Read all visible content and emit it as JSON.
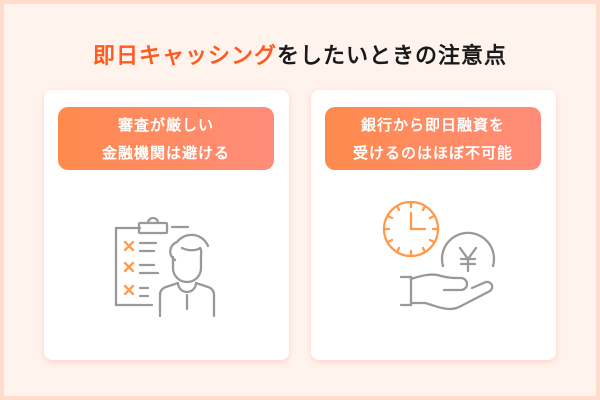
{
  "title": {
    "highlight": "即日キャッシング",
    "rest": "をしたいときの注意点"
  },
  "cards": [
    {
      "line1": "審査が厳しい",
      "line2": "金融機関は避ける",
      "icon": "clipboard-person-icon"
    },
    {
      "line1": "銀行から即日融資を",
      "line2": "受けるのはほぼ不可能",
      "icon": "clock-yen-hand-icon"
    }
  ],
  "colors": {
    "accent": "#ff5a1f",
    "icon_orange": "#ff9a4c",
    "icon_gray": "#999999"
  }
}
